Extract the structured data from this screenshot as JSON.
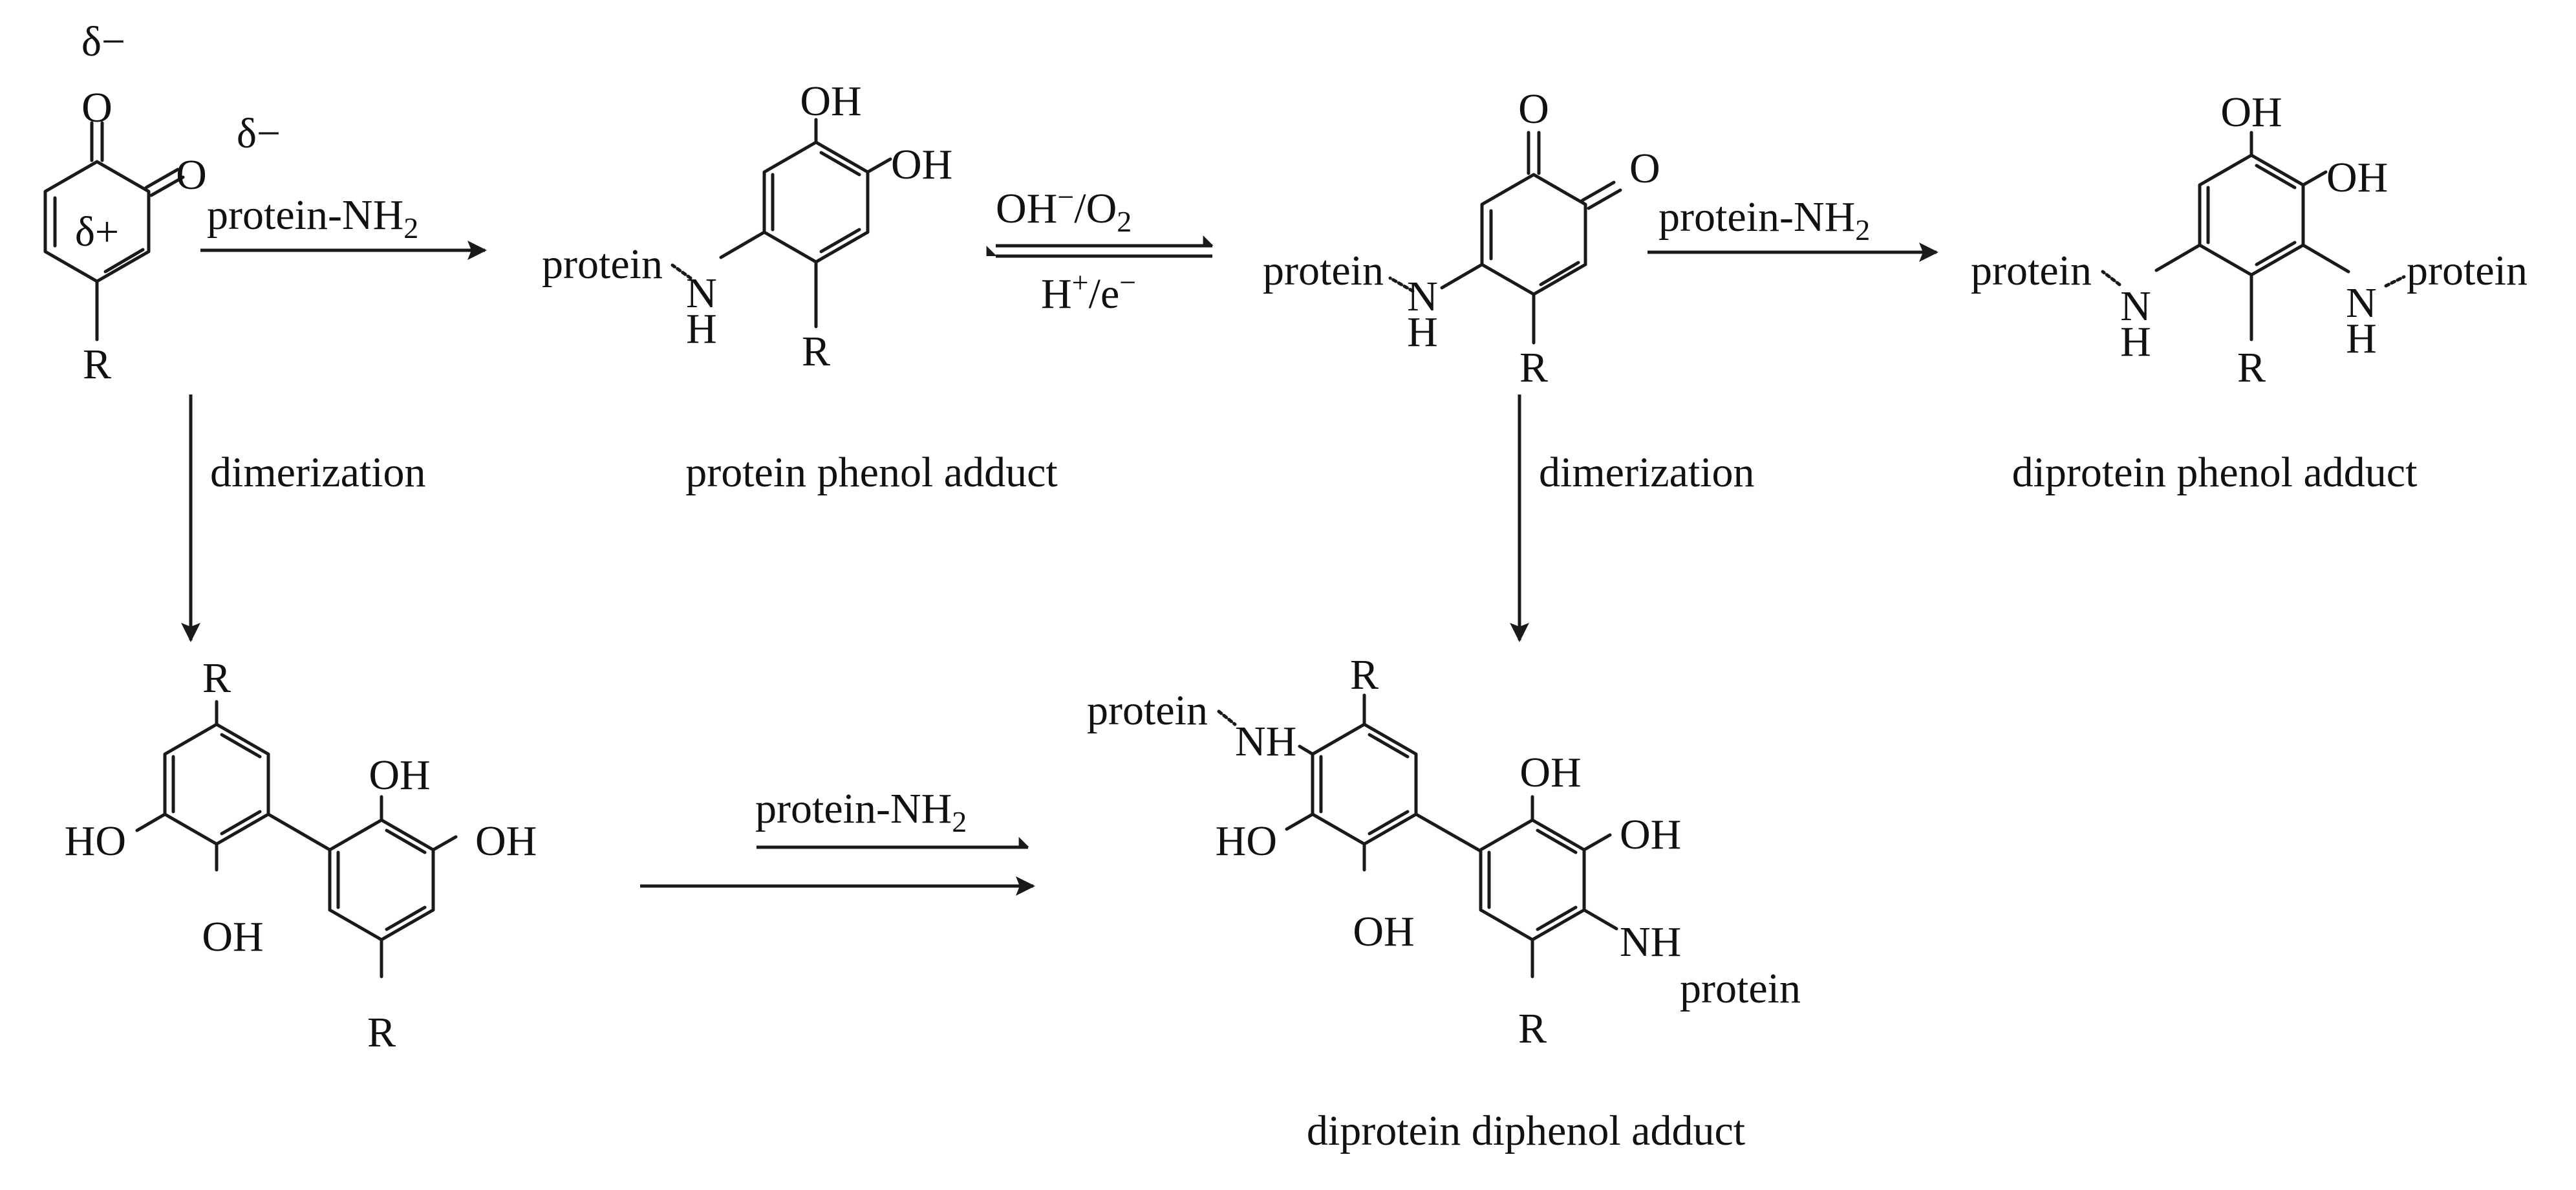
{
  "atoms": {
    "O": "O",
    "OH": "OH",
    "HO": "HO",
    "R": "R",
    "N": "N",
    "NH": "NH",
    "H": "H",
    "protein": "protein"
  },
  "charges": {
    "delta_minus": "δ−",
    "delta_plus": "δ+"
  },
  "reagents": {
    "protein_nh2_base": "protein-NH",
    "protein_nh2_sub": "2",
    "oxid_base": "OH",
    "oxid_sup": "−",
    "oxid_rest": "/O",
    "oxid_sub": "2",
    "red_base": "H",
    "red_sup1": "+",
    "red_rest": "/e",
    "red_sup2": "−",
    "dimerization": "dimerization"
  },
  "captions": {
    "protein_phenol": "protein phenol adduct",
    "diprotein_phenol": "diprotein phenol adduct",
    "diprotein_diphenol": "diprotein diphenol adduct"
  }
}
